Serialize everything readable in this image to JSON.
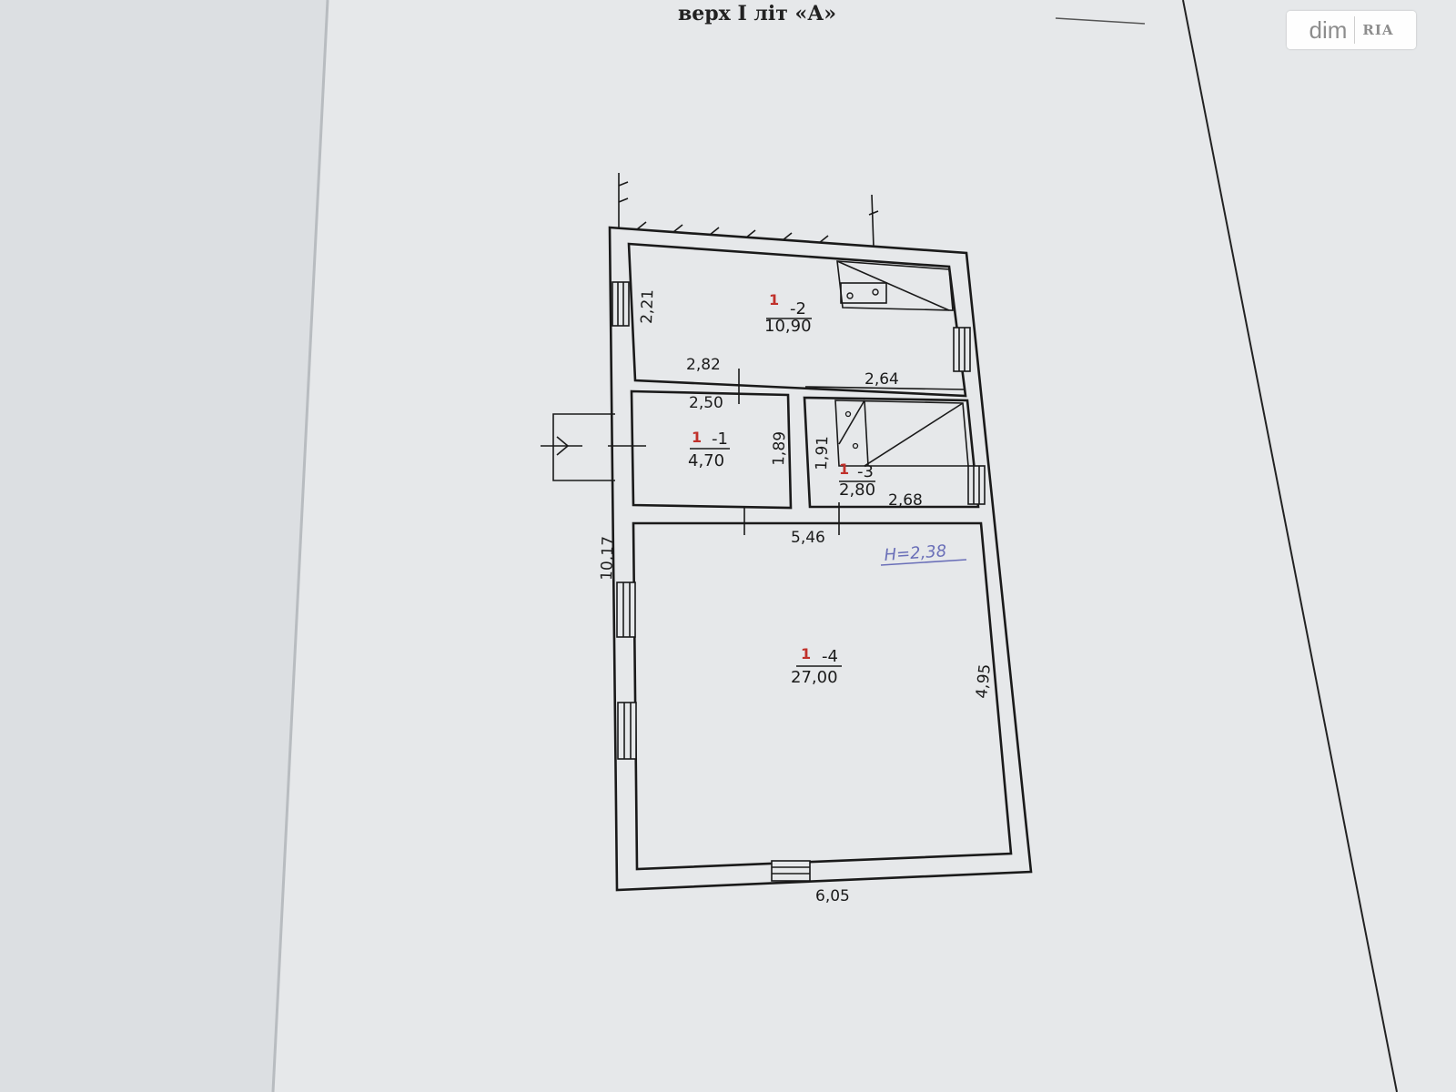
{
  "header": {
    "title": "верх I літ «А»"
  },
  "watermark": {
    "dim": "dim",
    "ria": "RIA"
  },
  "rooms": [
    {
      "mark": "1",
      "id": "-1",
      "area": "4,70"
    },
    {
      "mark": "1",
      "id": "-2",
      "area": "10,90"
    },
    {
      "mark": "1",
      "id": "-3",
      "area": "2,80"
    },
    {
      "mark": "1",
      "id": "-4",
      "area": "27,00"
    }
  ],
  "dimensions": {
    "d_2_21": "2,21",
    "d_2_82": "2,82",
    "d_2_64": "2,64",
    "d_2_50": "2,50",
    "d_1_89": "1,89",
    "d_1_91": "1,91",
    "d_2_68": "2,68",
    "d_5_46": "5,46",
    "d_10_17": "10,17",
    "d_4_95": "4,95",
    "d_6_05": "6,05"
  },
  "ceiling_height_note": "H=2,38",
  "colors": {
    "paper": "#e6e8ea",
    "paper_left": "#dcdfe2",
    "background": "#cfd3d6",
    "room_mark": "#c0312b",
    "handwritten_note": "#6a6fb8"
  }
}
